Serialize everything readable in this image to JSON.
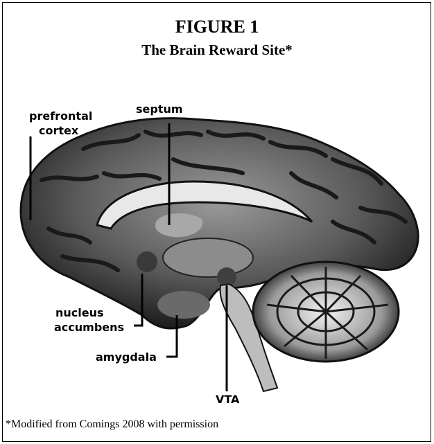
{
  "figure": {
    "title": "FIGURE 1",
    "subtitle": "The Brain Reward Site*",
    "footnote": "*Modified from Comings 2008 with permission"
  },
  "labels": {
    "prefrontal_line1": "prefrontal",
    "prefrontal_line2": "cortex",
    "septum": "septum",
    "nucleus_line1": "nucleus",
    "nucleus_line2": "accumbens",
    "amygdala": "amygdala",
    "vta": "VTA"
  },
  "colors": {
    "brain_dark": "#1a1a1a",
    "brain_mid": "#7a7a7a",
    "brain_light": "#d9d9d9",
    "highlight": "#4a4a4a"
  }
}
